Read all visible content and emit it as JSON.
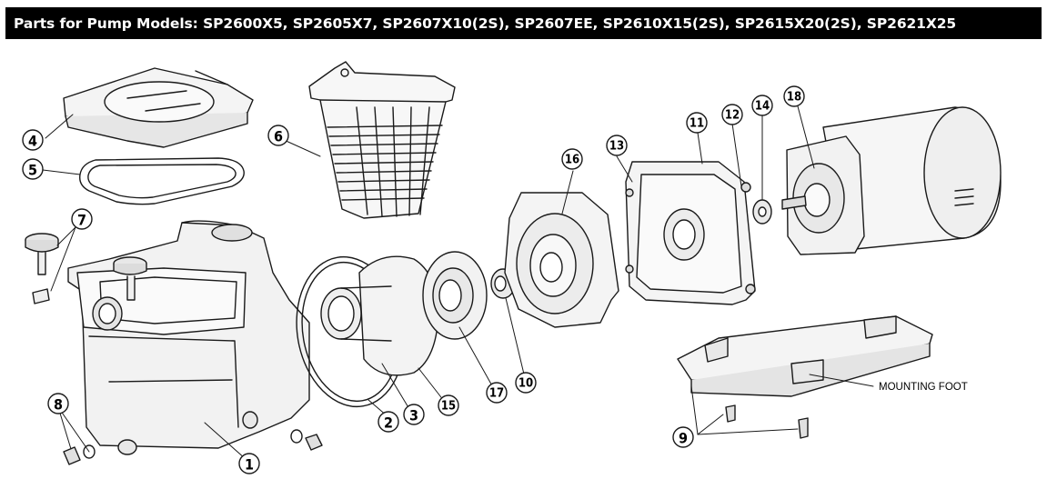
{
  "title": "Parts for Pump Models: SP2600X5, SP2605X7, SP2607X10(2S), SP2607EE, SP2610X15(2S), SP2615X20(2S), SP2621X25",
  "callouts": [
    "1",
    "2",
    "3",
    "4",
    "5",
    "6",
    "7",
    "8",
    "9",
    "10",
    "11",
    "12",
    "13",
    "14",
    "15",
    "16",
    "17",
    "18"
  ],
  "mounting_foot_label": "MOUNTING FOOT",
  "colors": {
    "title_bg": "#000000",
    "title_text": "#ffffff",
    "line": "#1a1a1a",
    "fill": "#f4f4f4"
  }
}
